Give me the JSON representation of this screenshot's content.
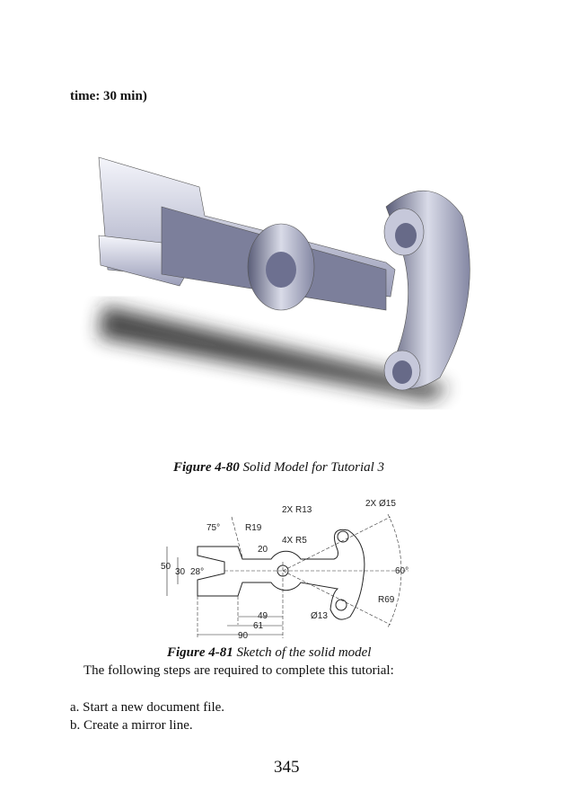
{
  "heading": "time: 30 min)",
  "figure1": {
    "number": "Figure 4-80",
    "caption": "Solid Model for Tutorial 3"
  },
  "figure2": {
    "number": "Figure 4-81",
    "caption": "Sketch of the solid model",
    "labels": {
      "r13": "2X R13",
      "d15": "2X Ø15",
      "a75": "75°",
      "r19": "R19",
      "r5": "4X R5",
      "w20": "20",
      "h50": "50",
      "h30": "30",
      "a28": "28°",
      "a60": "60°",
      "r69": "R69",
      "d13": "Ø13",
      "l49": "49",
      "l61": "61",
      "l90": "90"
    }
  },
  "intro": "The following steps are required to complete this tutorial:",
  "steps": [
    "a. Start a new document file.",
    "b. Create a mirror line."
  ],
  "page_number": "345"
}
